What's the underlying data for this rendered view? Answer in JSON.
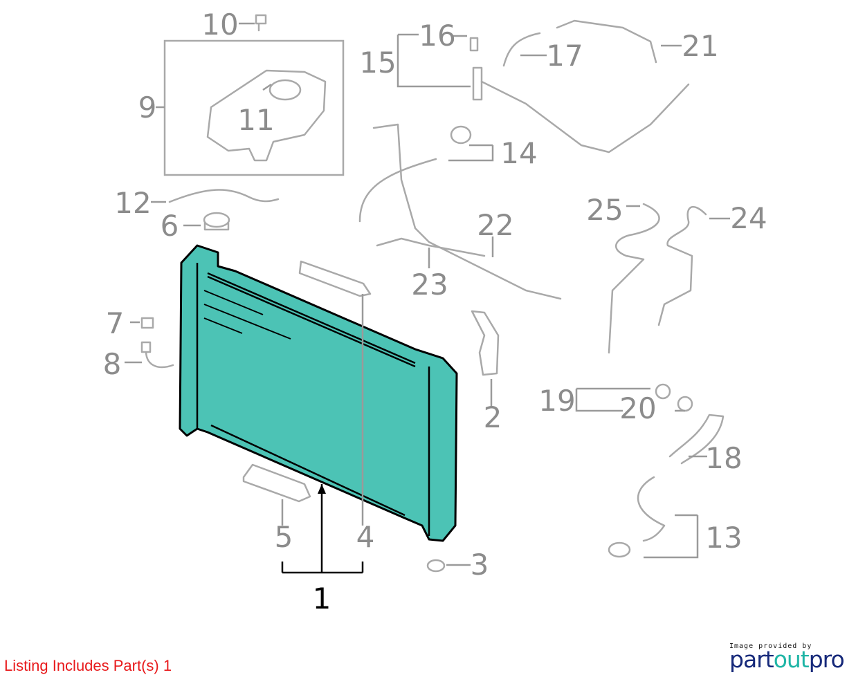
{
  "diagram": {
    "highlight_color": "#4cc3b5",
    "label_color": "#8c8c8c",
    "labels": {
      "p1": "1",
      "p2": "2",
      "p3": "3",
      "p4": "4",
      "p5": "5",
      "p6": "6",
      "p7": "7",
      "p8": "8",
      "p9": "9",
      "p10": "10",
      "p11": "11",
      "p12": "12",
      "p13": "13",
      "p14": "14",
      "p15": "15",
      "p16": "16",
      "p17": "17",
      "p18": "18",
      "p19": "19",
      "p20": "20",
      "p21": "21",
      "p22": "22",
      "p23": "23",
      "p24": "24",
      "p25": "25"
    }
  },
  "footer": {
    "listing": "Listing Includes Part(s) 1",
    "credit": "Image provided by",
    "brand_part1": "part",
    "brand_part2": "out",
    "brand_part3": "pro"
  }
}
